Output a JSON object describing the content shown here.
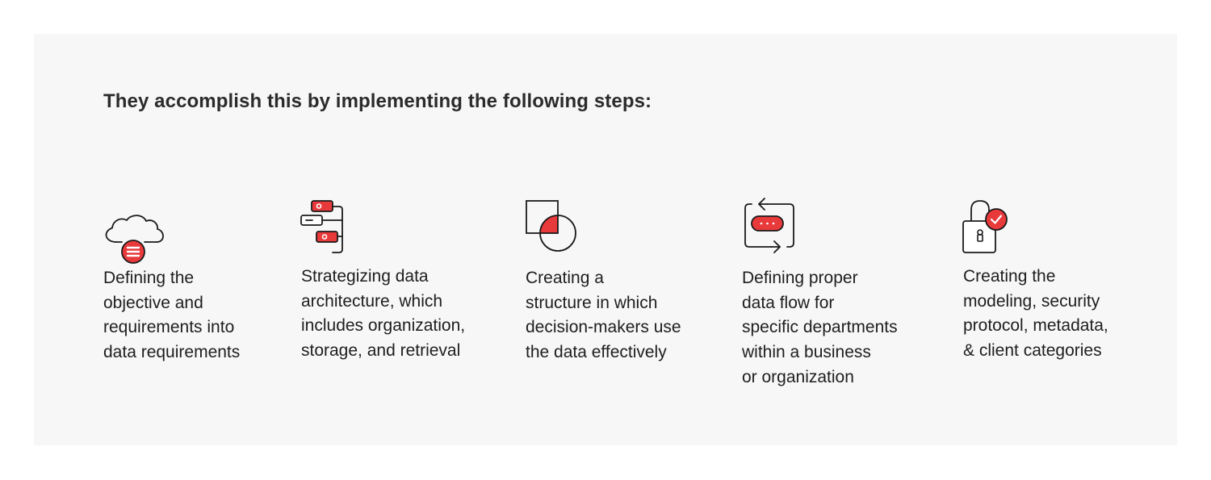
{
  "heading": "They accomplish this by implementing the following steps:",
  "colors": {
    "accent": "#e8393b",
    "stroke": "#1a1a1a",
    "panel": "#f7f7f7",
    "text": "#1e1e1e"
  },
  "steps": [
    {
      "icon": "cloud-database-icon",
      "lines": [
        "Defining the",
        "objective and",
        "requirements into",
        "data requirements"
      ]
    },
    {
      "icon": "architecture-nodes-icon",
      "lines": [
        "Strategizing data",
        "architecture, which",
        "includes organization,",
        "storage, and retrieval"
      ]
    },
    {
      "icon": "square-circle-overlap-icon",
      "lines": [
        "Creating a",
        "structure in which",
        "decision-makers use",
        "the data effectively"
      ]
    },
    {
      "icon": "data-flow-cycle-icon",
      "lines": [
        "Defining proper",
        "data flow for",
        "specific departments",
        "within a business",
        "or organization"
      ]
    },
    {
      "icon": "padlock-check-icon",
      "lines": [
        "Creating the",
        "modeling, security",
        "protocol, metadata,",
        "& client categories"
      ]
    }
  ]
}
